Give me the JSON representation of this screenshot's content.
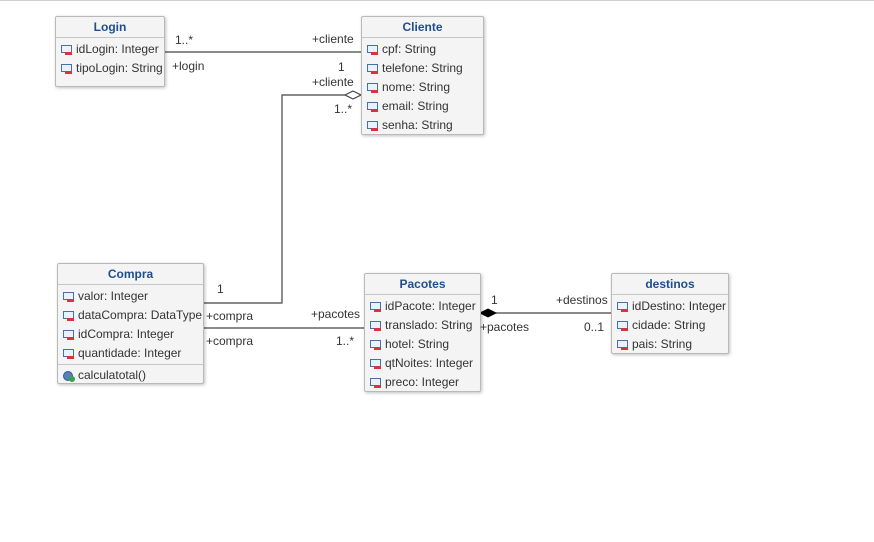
{
  "classes": {
    "login": {
      "name": "Login",
      "attributes": [
        "idLogin: Integer",
        "tipoLogin: String"
      ]
    },
    "cliente": {
      "name": "Cliente",
      "attributes": [
        "cpf: String",
        "telefone: String",
        "nome: String",
        "email: String",
        "senha: String"
      ]
    },
    "compra": {
      "name": "Compra",
      "attributes": [
        "valor: Integer",
        "dataCompra: DataType",
        "idCompra: Integer",
        "quantidade: Integer"
      ],
      "operations": [
        "calculatotal()"
      ]
    },
    "pacotes": {
      "name": "Pacotes",
      "attributes": [
        "idPacote: Integer",
        "translado: String",
        "hotel: String",
        "qtNoites: Integer",
        "preco: Integer"
      ]
    },
    "destinos": {
      "name": "destinos",
      "attributes": [
        "idDestino: Integer",
        "cidade: String",
        "pais: String"
      ]
    }
  },
  "associations": {
    "login_cliente": {
      "login_mult": "1..*",
      "cliente_role": "+cliente",
      "login_role": "+login",
      "cliente_mult": "1"
    },
    "cliente_compra": {
      "cliente_role": "+cliente",
      "cliente_mult": "1..*",
      "compra_mult": "1",
      "compra_role": "+compra"
    },
    "compra_pacotes": {
      "pacotes_role": "+pacotes",
      "compra_role": "+compra",
      "pacotes_mult": "1..*"
    },
    "pacotes_destinos": {
      "pacotes_mult": "1",
      "destinos_role": "+destinos",
      "pacotes_role": "+pacotes",
      "destinos_mult": "0..1"
    }
  },
  "icons": {
    "attribute": "attribute-icon",
    "operation": "operation-icon"
  },
  "colors": {
    "class_title": "#1f4e8c",
    "class_fill": "#f4f4f4",
    "border": "#b9b9b9",
    "edge": "#444444"
  }
}
